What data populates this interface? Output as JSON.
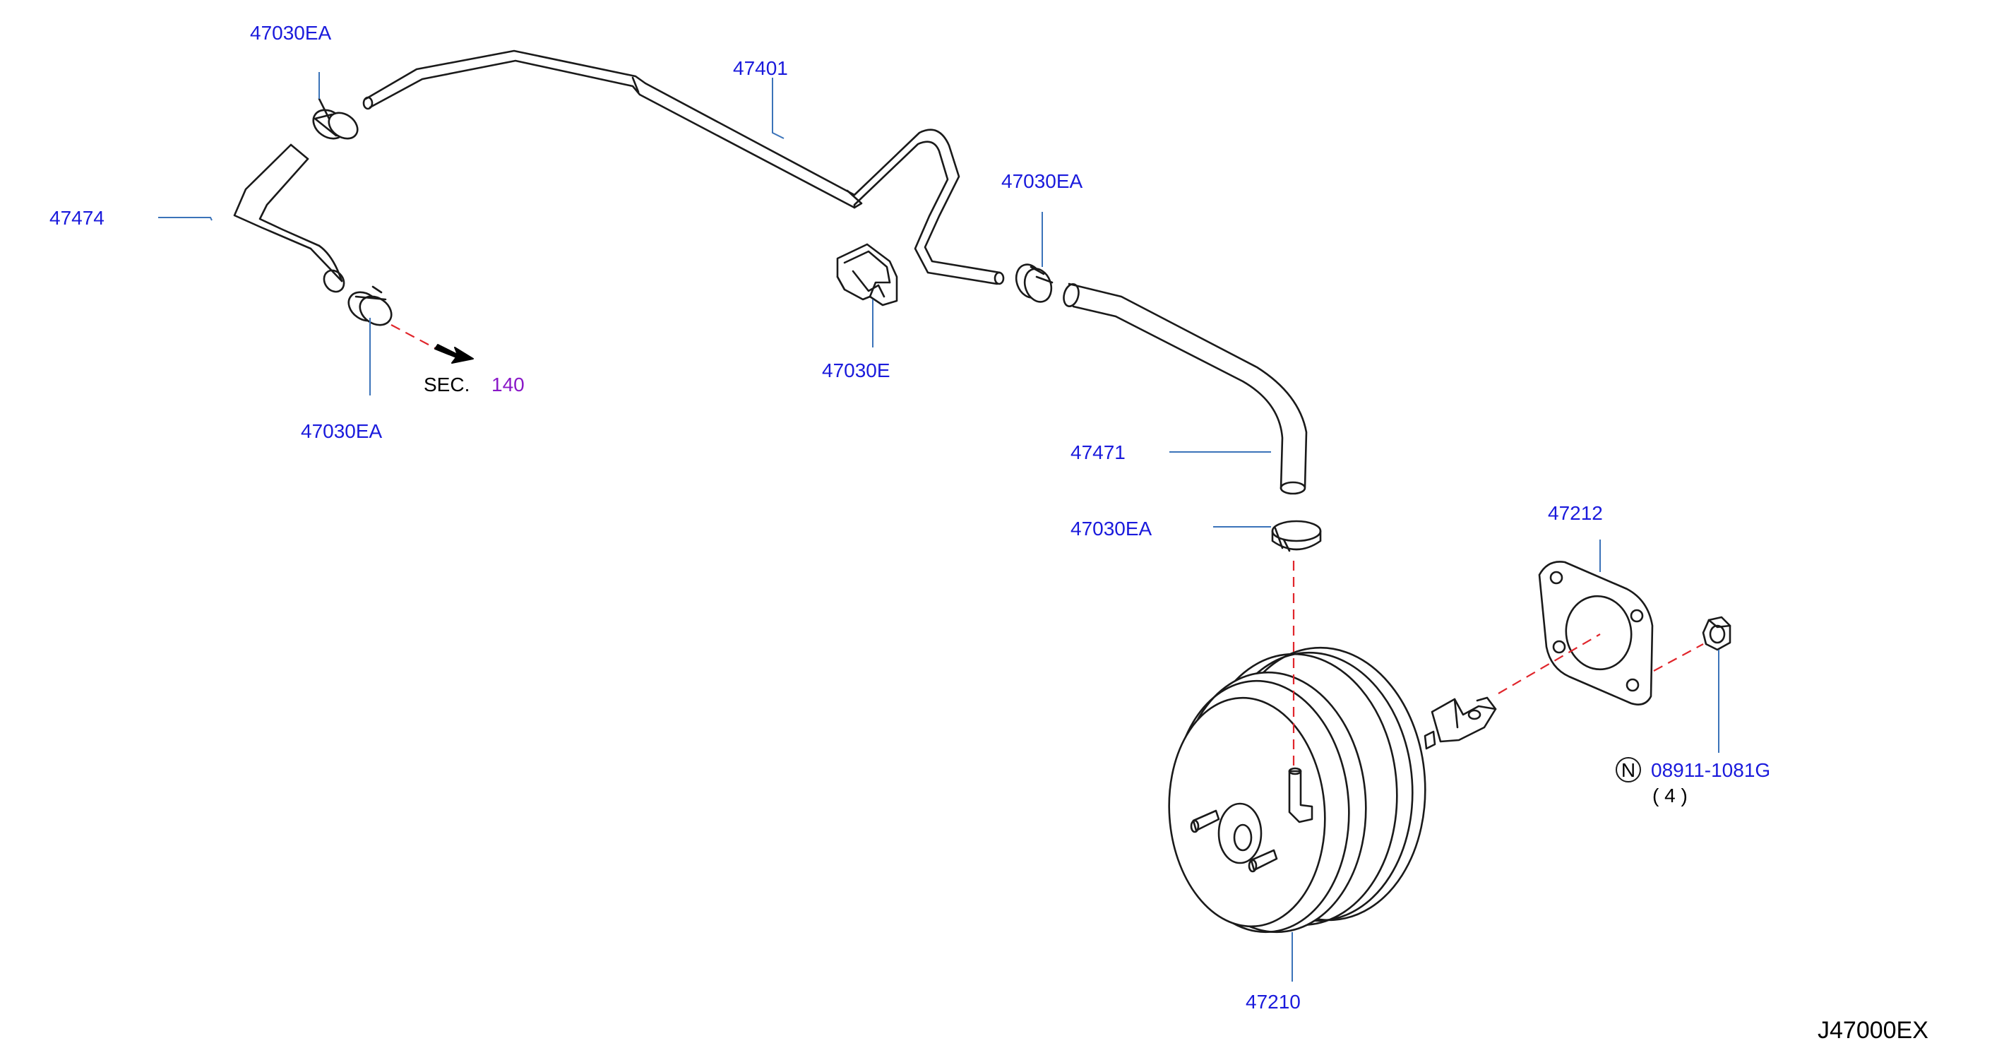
{
  "diagram_code": "J47000EX",
  "parts": {
    "clamp_top_left": "47030EA",
    "tube_main": "47401",
    "hose_left": "47474",
    "clamp_lower_left": "47030EA",
    "clip": "47030E",
    "clamp_mid_right": "47030EA",
    "hose_right": "47471",
    "clamp_booster": "47030EA",
    "gasket": "47212",
    "booster": "47210",
    "nut": "08911-1081G",
    "nut_qty": "( 4 )",
    "nut_marker": "N"
  },
  "section_ref": {
    "prefix": "SEC.",
    "number": "140"
  },
  "colors": {
    "part_label": "#1a1adc",
    "leader_line": "#3b73b9",
    "dash_line": "#e0252b",
    "section_number": "#8a18c8"
  }
}
